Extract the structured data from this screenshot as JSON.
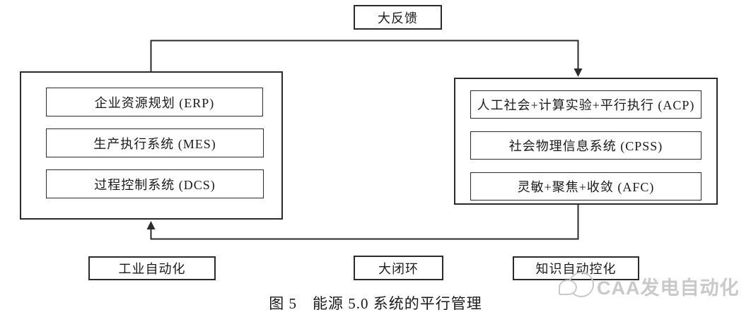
{
  "figure": {
    "top_feedback_label": "大反馈",
    "left_system": {
      "items": [
        "企业资源规划 (ERP)",
        "生产执行系统 (MES)",
        "过程控制系统 (DCS)"
      ]
    },
    "right_system": {
      "items": [
        "人工社会+计算实验+平行执行 (ACP)",
        "社会物理信息系统 (CPSS)",
        "灵敏+聚焦+收敛 (AFC)"
      ]
    },
    "bottom_labels": {
      "left": "工业自动化",
      "middle": "大闭环",
      "right": "知识自动控化"
    },
    "caption": "图 5　能源 5.0 系统的平行管理",
    "watermark_text": "CAA发电自动化",
    "colors": {
      "line": "#2b2b2b",
      "text": "#1a1a1a",
      "watermark": "#c9c9c9",
      "background": "#ffffff"
    }
  }
}
